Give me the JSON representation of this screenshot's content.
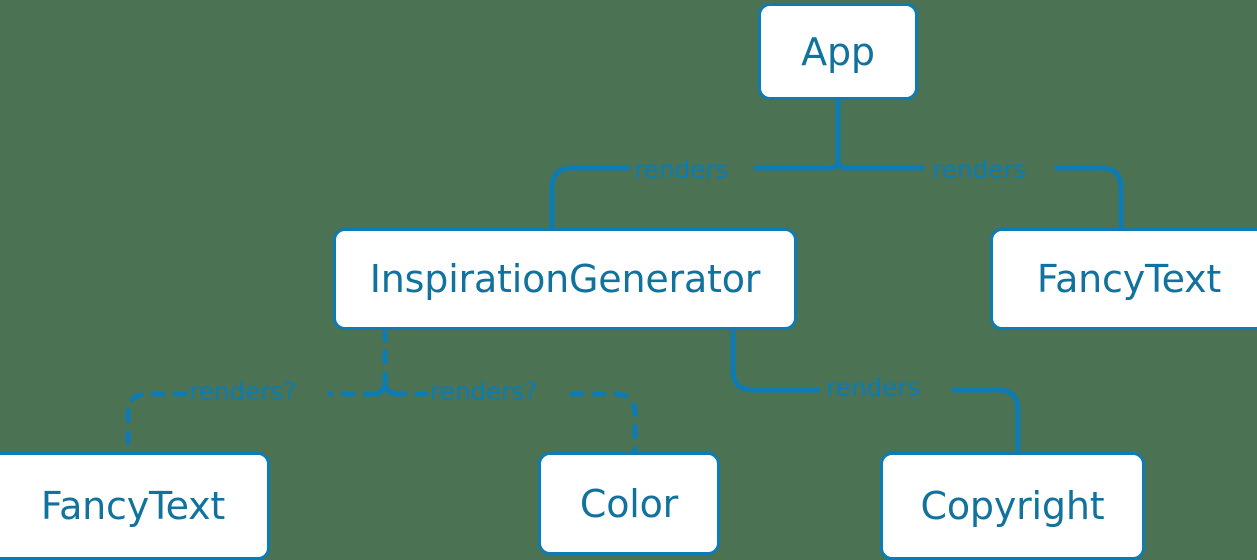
{
  "diagram": {
    "type": "component-tree",
    "background_color": "#4a7253",
    "node_fill_color": "#ffffff",
    "node_border_color": "#0d7cb5",
    "node_text_color": "#11729e",
    "edge_color": "#0d7cb5",
    "edge_label_color": "#0d7cb5",
    "nodes": [
      {
        "id": "app",
        "label": "App"
      },
      {
        "id": "inspiration_generator",
        "label": "InspirationGenerator"
      },
      {
        "id": "fancytext_right",
        "label": "FancyText"
      },
      {
        "id": "fancytext_bottom",
        "label": "FancyText"
      },
      {
        "id": "color",
        "label": "Color"
      },
      {
        "id": "copyright",
        "label": "Copyright"
      }
    ],
    "edges": [
      {
        "from": "app",
        "to": "inspiration_generator",
        "label": "renders",
        "style": "solid"
      },
      {
        "from": "app",
        "to": "fancytext_right",
        "label": "renders",
        "style": "solid"
      },
      {
        "from": "inspiration_generator",
        "to": "fancytext_bottom",
        "label": "renders?",
        "style": "dashed"
      },
      {
        "from": "inspiration_generator",
        "to": "color",
        "label": "renders?",
        "style": "dashed"
      },
      {
        "from": "inspiration_generator",
        "to": "copyright",
        "label": "renders",
        "style": "solid"
      }
    ]
  }
}
